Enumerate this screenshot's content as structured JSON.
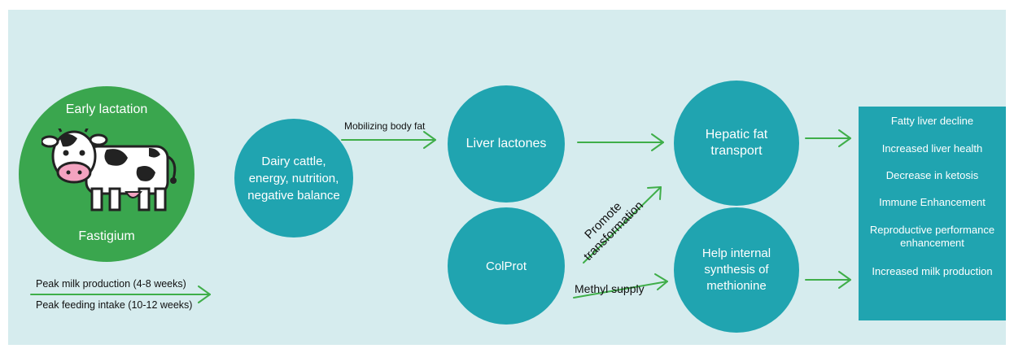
{
  "stage": {
    "top_label": "Early lactation",
    "bottom_label": "Fastigium",
    "icon": "cow-icon"
  },
  "timeline": {
    "peak_milk": "Peak milk production (4-8 weeks)",
    "peak_feeding": "Peak feeding intake (10-12 weeks)"
  },
  "nodes": {
    "dairy_balance": "Dairy cattle, energy, nutrition, negative balance",
    "liver_lactones": "Liver lactones",
    "colprot": "ColProt",
    "hepatic_transport": "Hepatic fat transport",
    "methionine": "Help internal synthesis of methionine"
  },
  "edges": {
    "mobilizing": "Mobilizing body fat",
    "promote": "Promote transformation",
    "methyl": "Methyl supply"
  },
  "outcomes": [
    "Fatty liver decline",
    "Increased liver health",
    "Decrease in ketosis",
    "Immune Enhancement",
    "Reproductive performance enhancement",
    "Increased milk production"
  ],
  "colors": {
    "panel": "#d6ecee",
    "teal": "#20a4b0",
    "green": "#3aa64e",
    "arrow": "#3fae49"
  }
}
